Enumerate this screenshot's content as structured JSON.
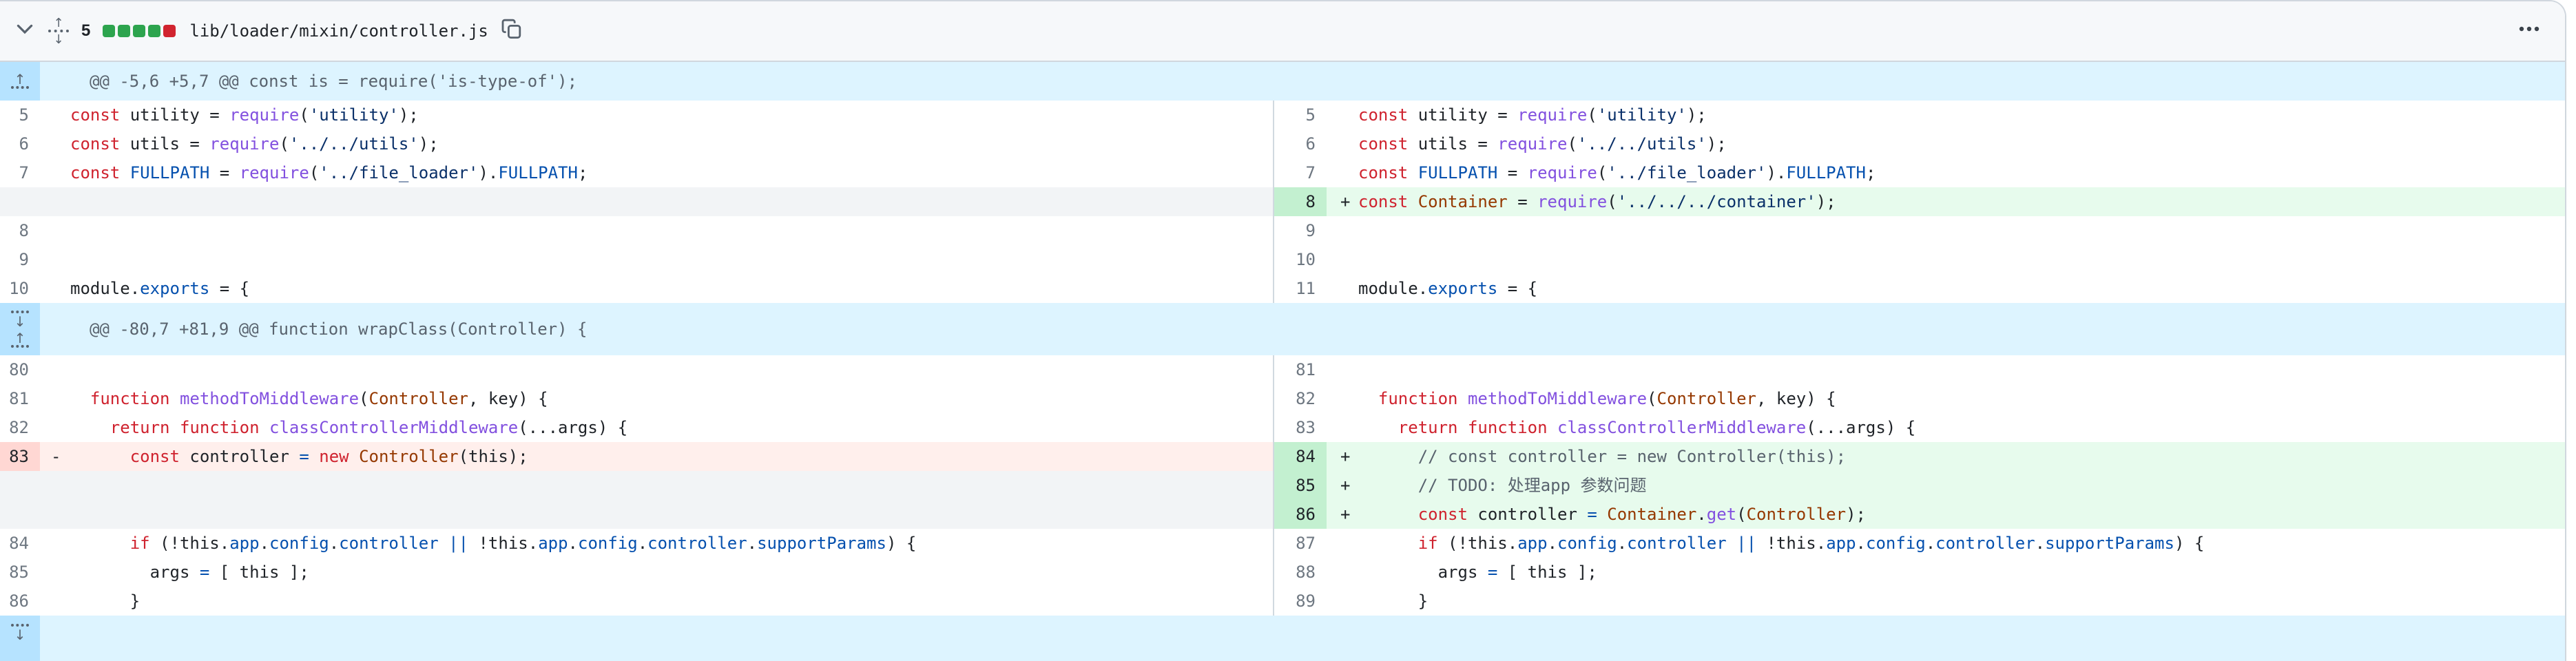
{
  "header": {
    "changes_count": "5",
    "file_path": "lib/loader/mixin/controller.js",
    "diffstat": {
      "added_squares": 4,
      "removed_squares": 1
    }
  },
  "colors": {
    "added_square": "#2da44e",
    "removed_square": "#d1242f",
    "hunk_bg": "#ddf4ff",
    "hunk_gutter_bg": "#b6e3ff",
    "add_row_bg": "#e7fbed",
    "add_num_bg": "#c3f0d0",
    "del_row_bg": "#ffefec",
    "del_num_bg": "#ffd7d3",
    "empty_bg": "#f2f4f6",
    "tok_k": "#cf222e",
    "tok_f": "#8250df",
    "tok_c": "#0550ae",
    "tok_s": "#0a3069",
    "tok_o": "#953800",
    "tok_m": "#59636e",
    "tok_p": "#1f2328"
  },
  "icons": [
    "chevron-down-icon",
    "drag-grip-icon",
    "copy-icon",
    "kebab-icon",
    "fold-up-icon",
    "fold-down-icon"
  ],
  "rows": [
    {
      "type": "hunk",
      "size": "h1",
      "buttons": [
        "up"
      ],
      "text": "@@ -5,6 +5,7 @@ const is = require('is-type-of');"
    },
    {
      "type": "line",
      "left": {
        "num": "5",
        "sign": "",
        "kind": "ctx",
        "tokens": [
          [
            "k",
            "const"
          ],
          [
            "p",
            " utility = "
          ],
          [
            "f",
            "require"
          ],
          [
            "p",
            "("
          ],
          [
            "s",
            "'utility'"
          ],
          [
            "p",
            ");"
          ]
        ]
      },
      "right": {
        "num": "5",
        "sign": "",
        "kind": "ctx",
        "tokens": [
          [
            "k",
            "const"
          ],
          [
            "p",
            " utility = "
          ],
          [
            "f",
            "require"
          ],
          [
            "p",
            "("
          ],
          [
            "s",
            "'utility'"
          ],
          [
            "p",
            ");"
          ]
        ]
      }
    },
    {
      "type": "line",
      "left": {
        "num": "6",
        "sign": "",
        "kind": "ctx",
        "tokens": [
          [
            "k",
            "const"
          ],
          [
            "p",
            " utils = "
          ],
          [
            "f",
            "require"
          ],
          [
            "p",
            "("
          ],
          [
            "s",
            "'../../utils'"
          ],
          [
            "p",
            ");"
          ]
        ]
      },
      "right": {
        "num": "6",
        "sign": "",
        "kind": "ctx",
        "tokens": [
          [
            "k",
            "const"
          ],
          [
            "p",
            " utils = "
          ],
          [
            "f",
            "require"
          ],
          [
            "p",
            "("
          ],
          [
            "s",
            "'../../utils'"
          ],
          [
            "p",
            ");"
          ]
        ]
      }
    },
    {
      "type": "line",
      "left": {
        "num": "7",
        "sign": "",
        "kind": "ctx",
        "tokens": [
          [
            "k",
            "const"
          ],
          [
            "p",
            " "
          ],
          [
            "c",
            "FULLPATH"
          ],
          [
            "p",
            " = "
          ],
          [
            "f",
            "require"
          ],
          [
            "p",
            "("
          ],
          [
            "s",
            "'../file_loader'"
          ],
          [
            "p",
            ")."
          ],
          [
            "c",
            "FULLPATH"
          ],
          [
            "p",
            ";"
          ]
        ]
      },
      "right": {
        "num": "7",
        "sign": "",
        "kind": "ctx",
        "tokens": [
          [
            "k",
            "const"
          ],
          [
            "p",
            " "
          ],
          [
            "c",
            "FULLPATH"
          ],
          [
            "p",
            " = "
          ],
          [
            "f",
            "require"
          ],
          [
            "p",
            "("
          ],
          [
            "s",
            "'../file_loader'"
          ],
          [
            "p",
            ")."
          ],
          [
            "c",
            "FULLPATH"
          ],
          [
            "p",
            ";"
          ]
        ]
      }
    },
    {
      "type": "line",
      "left": {
        "kind": "empty"
      },
      "right": {
        "num": "8",
        "sign": "+",
        "kind": "add",
        "tokens": [
          [
            "k",
            "const"
          ],
          [
            "p",
            " "
          ],
          [
            "o",
            "Container"
          ],
          [
            "p",
            " = "
          ],
          [
            "f",
            "require"
          ],
          [
            "p",
            "("
          ],
          [
            "s",
            "'../../../container'"
          ],
          [
            "p",
            ");"
          ]
        ]
      }
    },
    {
      "type": "line",
      "left": {
        "num": "8",
        "sign": "",
        "kind": "ctx",
        "tokens": []
      },
      "right": {
        "num": "9",
        "sign": "",
        "kind": "ctx",
        "tokens": []
      }
    },
    {
      "type": "line",
      "left": {
        "num": "9",
        "sign": "",
        "kind": "ctx",
        "tokens": []
      },
      "right": {
        "num": "10",
        "sign": "",
        "kind": "ctx",
        "tokens": []
      }
    },
    {
      "type": "line",
      "left": {
        "num": "10",
        "sign": "",
        "kind": "ctx",
        "tokens": [
          [
            "p",
            "module."
          ],
          [
            "c",
            "exports"
          ],
          [
            "p",
            " = {"
          ]
        ]
      },
      "right": {
        "num": "11",
        "sign": "",
        "kind": "ctx",
        "tokens": [
          [
            "p",
            "module."
          ],
          [
            "c",
            "exports"
          ],
          [
            "p",
            " = {"
          ]
        ]
      }
    },
    {
      "type": "hunk",
      "size": "h2",
      "buttons": [
        "down",
        "up"
      ],
      "text": "@@ -80,7 +81,9 @@ function wrapClass(Controller) {"
    },
    {
      "type": "line",
      "left": {
        "num": "80",
        "sign": "",
        "kind": "ctx",
        "tokens": []
      },
      "right": {
        "num": "81",
        "sign": "",
        "kind": "ctx",
        "tokens": []
      }
    },
    {
      "type": "line",
      "left": {
        "num": "81",
        "sign": "",
        "kind": "ctx",
        "tokens": [
          [
            "p",
            "  "
          ],
          [
            "k",
            "function"
          ],
          [
            "p",
            " "
          ],
          [
            "f",
            "methodToMiddleware"
          ],
          [
            "p",
            "("
          ],
          [
            "o",
            "Controller"
          ],
          [
            "p",
            ", key) {"
          ]
        ]
      },
      "right": {
        "num": "82",
        "sign": "",
        "kind": "ctx",
        "tokens": [
          [
            "p",
            "  "
          ],
          [
            "k",
            "function"
          ],
          [
            "p",
            " "
          ],
          [
            "f",
            "methodToMiddleware"
          ],
          [
            "p",
            "("
          ],
          [
            "o",
            "Controller"
          ],
          [
            "p",
            ", key) {"
          ]
        ]
      }
    },
    {
      "type": "line",
      "left": {
        "num": "82",
        "sign": "",
        "kind": "ctx",
        "tokens": [
          [
            "p",
            "    "
          ],
          [
            "k",
            "return"
          ],
          [
            "p",
            " "
          ],
          [
            "k",
            "function"
          ],
          [
            "p",
            " "
          ],
          [
            "f",
            "classControllerMiddleware"
          ],
          [
            "p",
            "(...args) {"
          ]
        ]
      },
      "right": {
        "num": "83",
        "sign": "",
        "kind": "ctx",
        "tokens": [
          [
            "p",
            "    "
          ],
          [
            "k",
            "return"
          ],
          [
            "p",
            " "
          ],
          [
            "k",
            "function"
          ],
          [
            "p",
            " "
          ],
          [
            "f",
            "classControllerMiddleware"
          ],
          [
            "p",
            "(...args) {"
          ]
        ]
      }
    },
    {
      "type": "line",
      "left": {
        "num": "83",
        "sign": "-",
        "kind": "del",
        "tokens": [
          [
            "p",
            "      "
          ],
          [
            "k",
            "const"
          ],
          [
            "p",
            " controller "
          ],
          [
            "c",
            "="
          ],
          [
            "p",
            " "
          ],
          [
            "k",
            "new"
          ],
          [
            "p",
            " "
          ],
          [
            "o",
            "Controller"
          ],
          [
            "p",
            "(this);"
          ]
        ]
      },
      "right": {
        "num": "84",
        "sign": "+",
        "kind": "add",
        "tokens": [
          [
            "m",
            "      // const controller = new Controller(this);"
          ]
        ]
      }
    },
    {
      "type": "line",
      "left": {
        "kind": "empty"
      },
      "right": {
        "num": "85",
        "sign": "+",
        "kind": "add",
        "tokens": [
          [
            "m",
            "      // TODO: 处理app 参数问题"
          ]
        ]
      }
    },
    {
      "type": "line",
      "left": {
        "kind": "empty"
      },
      "right": {
        "num": "86",
        "sign": "+",
        "kind": "add",
        "tokens": [
          [
            "p",
            "      "
          ],
          [
            "k",
            "const"
          ],
          [
            "p",
            " controller "
          ],
          [
            "c",
            "="
          ],
          [
            "p",
            " "
          ],
          [
            "o",
            "Container"
          ],
          [
            "p",
            "."
          ],
          [
            "f",
            "get"
          ],
          [
            "p",
            "("
          ],
          [
            "o",
            "Controller"
          ],
          [
            "p",
            ");"
          ]
        ]
      }
    },
    {
      "type": "line",
      "left": {
        "num": "84",
        "sign": "",
        "kind": "ctx",
        "tokens": [
          [
            "p",
            "      "
          ],
          [
            "k",
            "if"
          ],
          [
            "p",
            " (!this."
          ],
          [
            "c",
            "app"
          ],
          [
            "p",
            "."
          ],
          [
            "c",
            "config"
          ],
          [
            "p",
            "."
          ],
          [
            "c",
            "controller"
          ],
          [
            "p",
            " "
          ],
          [
            "c",
            "||"
          ],
          [
            "p",
            " !this."
          ],
          [
            "c",
            "app"
          ],
          [
            "p",
            "."
          ],
          [
            "c",
            "config"
          ],
          [
            "p",
            "."
          ],
          [
            "c",
            "controller"
          ],
          [
            "p",
            "."
          ],
          [
            "c",
            "supportParams"
          ],
          [
            "p",
            ") {"
          ]
        ]
      },
      "right": {
        "num": "87",
        "sign": "",
        "kind": "ctx",
        "tokens": [
          [
            "p",
            "      "
          ],
          [
            "k",
            "if"
          ],
          [
            "p",
            " (!this."
          ],
          [
            "c",
            "app"
          ],
          [
            "p",
            "."
          ],
          [
            "c",
            "config"
          ],
          [
            "p",
            "."
          ],
          [
            "c",
            "controller"
          ],
          [
            "p",
            " "
          ],
          [
            "c",
            "||"
          ],
          [
            "p",
            " !this."
          ],
          [
            "c",
            "app"
          ],
          [
            "p",
            "."
          ],
          [
            "c",
            "config"
          ],
          [
            "p",
            "."
          ],
          [
            "c",
            "controller"
          ],
          [
            "p",
            "."
          ],
          [
            "c",
            "supportParams"
          ],
          [
            "p",
            ") {"
          ]
        ]
      }
    },
    {
      "type": "line",
      "left": {
        "num": "85",
        "sign": "",
        "kind": "ctx",
        "tokens": [
          [
            "p",
            "        args "
          ],
          [
            "c",
            "="
          ],
          [
            "p",
            " [ this ];"
          ]
        ]
      },
      "right": {
        "num": "88",
        "sign": "",
        "kind": "ctx",
        "tokens": [
          [
            "p",
            "        args "
          ],
          [
            "c",
            "="
          ],
          [
            "p",
            " [ this ];"
          ]
        ]
      }
    },
    {
      "type": "line",
      "left": {
        "num": "86",
        "sign": "",
        "kind": "ctx",
        "tokens": [
          [
            "p",
            "      }"
          ]
        ]
      },
      "right": {
        "num": "89",
        "sign": "",
        "kind": "ctx",
        "tokens": [
          [
            "p",
            "      }"
          ]
        ]
      }
    },
    {
      "type": "expander",
      "buttons": [
        "down"
      ]
    }
  ]
}
